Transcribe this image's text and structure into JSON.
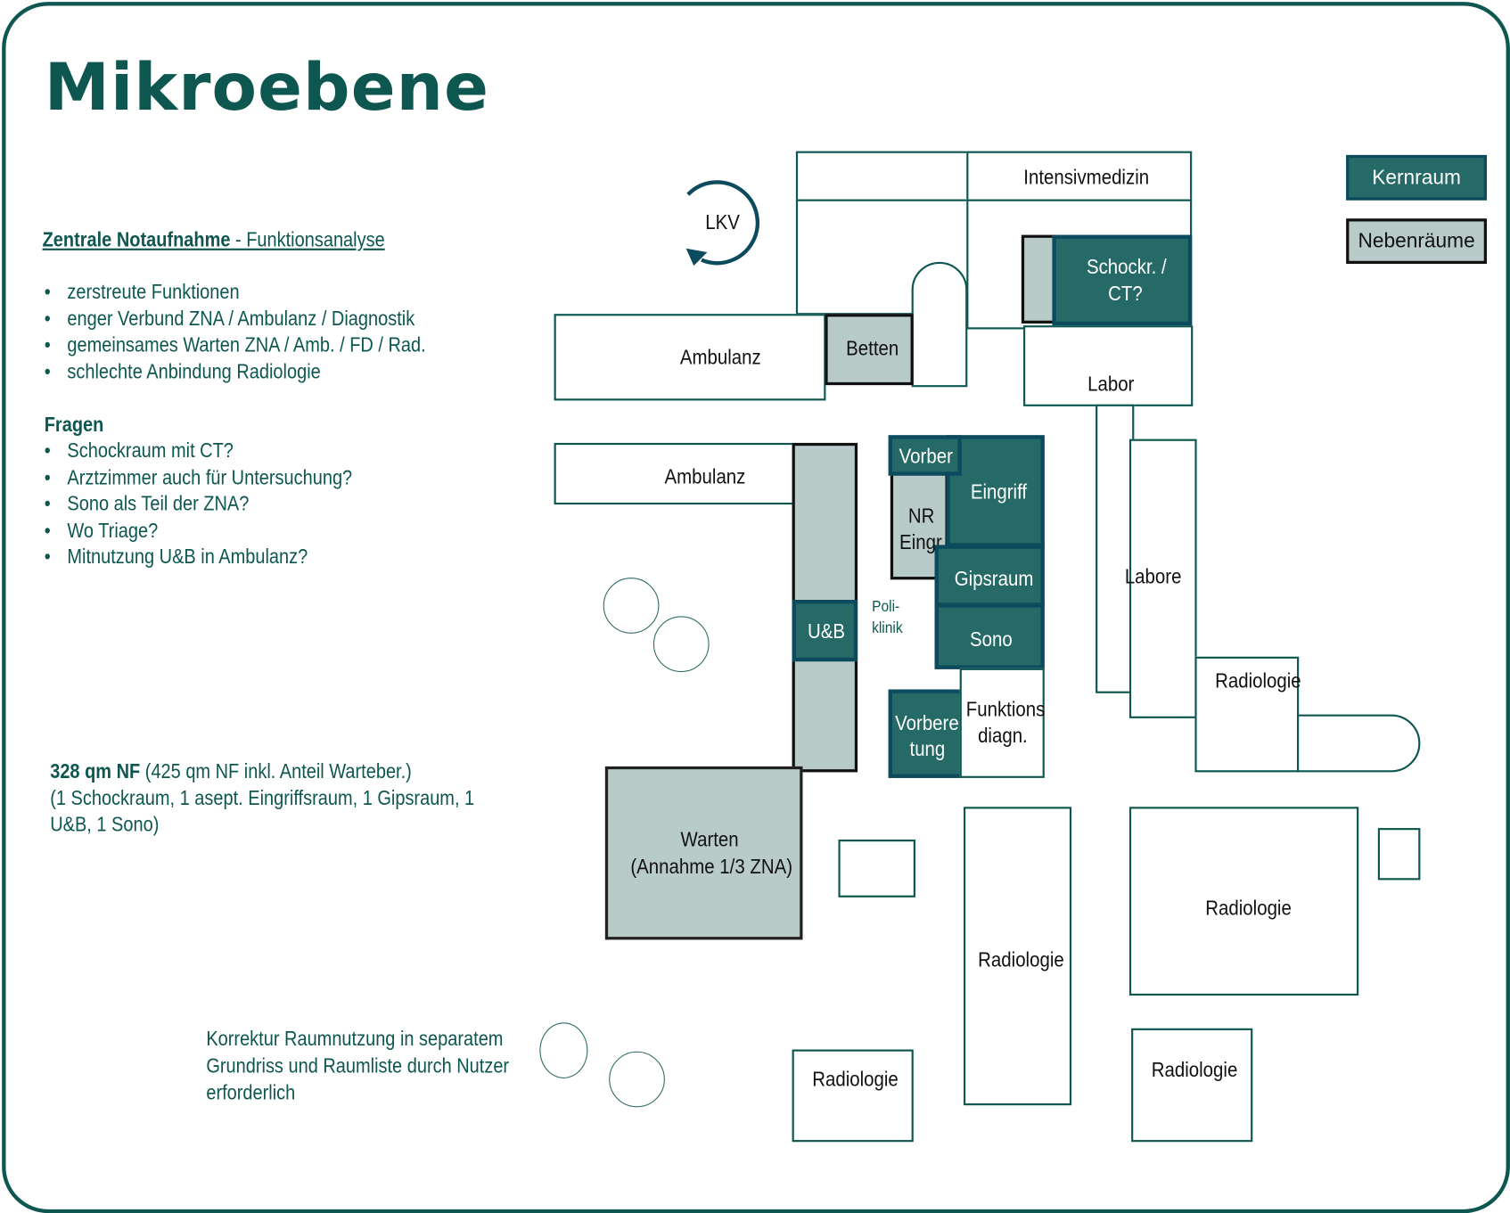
{
  "title": "Mikroebene",
  "subtitle_bold": "Zentrale Notaufnahme",
  "subtitle_rest": " - Funktionsanalyse",
  "findings": [
    "zerstreute Funktionen",
    "enger Verbund ZNA / Ambulanz / Diagnostik",
    "gemeinsames Warten ZNA / Amb. / FD / Rad.",
    "schlechte Anbindung Radiologie"
  ],
  "questions_heading": "Fragen",
  "questions": [
    "Schockraum mit CT?",
    "Arztzimmer auch für Untersuchung?",
    "Sono als Teil der ZNA?",
    "Wo Triage?",
    "Mitnutzung U&B in Ambulanz?"
  ],
  "area_bold": "328 qm NF",
  "area_rest": " (425 qm NF inkl. Anteil Warteber.)",
  "area_line2": "(1 Schockraum, 1 asept. Eingriffsraum, 1 Gipsraum, 1",
  "area_line3": "U&B, 1 Sono)",
  "note": [
    "Korrektur Raumnutzung in separatem",
    "Grundriss und Raumliste durch Nutzer",
    "erforderlich"
  ],
  "legend": {
    "core": "Kernraum",
    "side": "Nebenräume"
  },
  "colors": {
    "primary": "#0d5750",
    "core": "#256a66",
    "side": "#b8cbc8"
  },
  "plan": {
    "lkv": "LKV",
    "intensiv": "Intensivmedizin",
    "schock": "Schockr. /",
    "schock2": "CT?",
    "ambulanz1": "Ambulanz",
    "betten": "Betten",
    "labor": "Labor",
    "ambulanz2": "Ambulanz",
    "vorber": "Vorber",
    "eingriff": "Eingriff",
    "nr": "NR",
    "eingr": "Eingr",
    "gips": "Gipsraum",
    "labore": "Labore",
    "ub": "U&B",
    "poli": "Poli-",
    "klinik": "klinik",
    "sono": "Sono",
    "radio": "Radiologie",
    "vorb2": "Vorberei",
    "vorb3": "tung",
    "funk": "Funktions",
    "funk2": "diagn.",
    "warten": "Warten",
    "warten2": "(Annahme 1/3 ZNA)"
  }
}
